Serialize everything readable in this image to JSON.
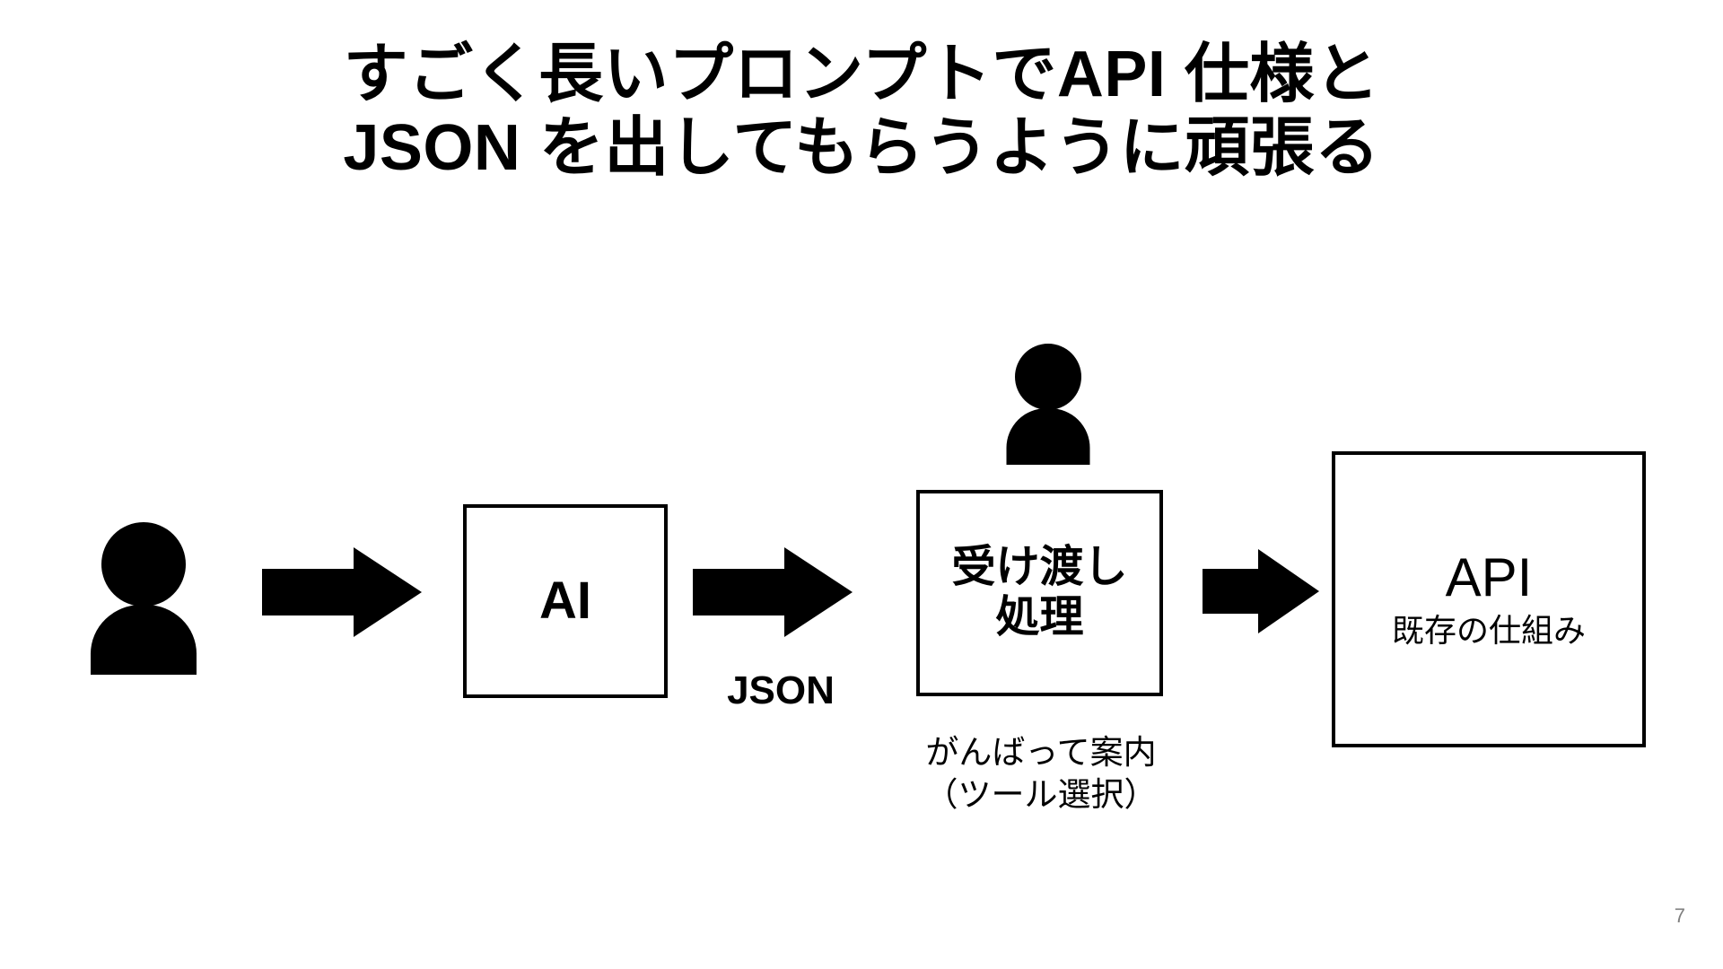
{
  "slide": {
    "title_line_1": "すごく長いプロンプトでAPI 仕様と",
    "title_line_2": "JSON を出してもらうように頑張る",
    "page_number": "7",
    "background_color": "#ffffff",
    "ink_color": "#000000",
    "page_number_color": "#7f7f7f"
  },
  "diagram": {
    "type": "flow",
    "actors": [
      {
        "name": "user",
        "icon": "person-icon",
        "label": ""
      },
      {
        "name": "developer",
        "icon": "person-icon",
        "label": ""
      }
    ],
    "nodes": [
      {
        "id": "ai",
        "title": "AI",
        "subtitle": ""
      },
      {
        "id": "handoff",
        "title_line_1": "受け渡し",
        "title_line_2": "処理",
        "caption_line_1": "がんばって案内",
        "caption_line_2": "（ツール選択）"
      },
      {
        "id": "api",
        "title": "API",
        "subtitle": "既存の仕組み"
      }
    ],
    "edges": [
      {
        "id": "user-ai",
        "label": ""
      },
      {
        "id": "ai-handoff",
        "label": "JSON"
      },
      {
        "id": "handoff-api",
        "label": ""
      }
    ]
  }
}
